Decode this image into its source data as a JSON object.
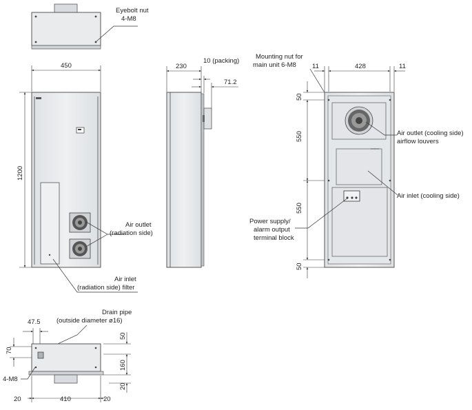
{
  "top_view": {
    "eyebolt_label_line1": "Eyebolt nut",
    "eyebolt_label_line2": "4-M8"
  },
  "front_view": {
    "width_dim": "450",
    "height_dim": "1200",
    "air_outlet_line1": "Air outlet",
    "air_outlet_line2": "(radiation side)",
    "air_inlet_line1": "Air inlet",
    "air_inlet_line2": "(radiation side) filter"
  },
  "side_view": {
    "depth_dim": "230",
    "packing_dim": "10 (packing)",
    "protrusion_dim": "71.2"
  },
  "rear_view": {
    "mount_label_line1": "Mounting nut for",
    "mount_label_line2": "main unit 6-M8",
    "left_margin_dim": "11",
    "pitch_dim": "428",
    "right_margin_dim": "11",
    "v_dim_top": "50",
    "v_dim_upper": "550",
    "v_dim_lower": "550",
    "v_dim_bottom": "50",
    "outlet_line1": "Air outlet (cooling side)",
    "outlet_line2": "airflow louvers",
    "inlet_label": "Air inlet (cooling side)",
    "terminal_line1": "Power supply/",
    "terminal_line2": "alarm output",
    "terminal_line3": "terminal block"
  },
  "bottom_view": {
    "drain_line1": "Drain pipe",
    "drain_line2": "(outside diameter ø16)",
    "drain_offset_dim": "47.5",
    "left_v_dim": "70",
    "nut_label": "4-M8",
    "right_v_dim_1": "50",
    "right_v_dim_2": "160",
    "right_v_dim_3": "20",
    "bottom_dim_left": "20",
    "bottom_dim_mid": "410",
    "bottom_dim_right": "20"
  }
}
